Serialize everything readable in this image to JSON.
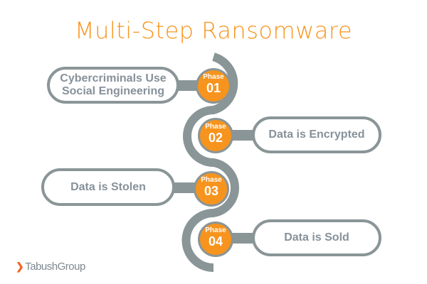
{
  "title": "Multi-Step Ransomware",
  "phases": [
    {
      "label": "Phase",
      "number": "01",
      "text_line1": "Cybercriminals Use",
      "text_line2": "Social Engineering"
    },
    {
      "label": "Phase",
      "number": "02",
      "text": "Data is Encrypted"
    },
    {
      "label": "Phase",
      "number": "03",
      "text": "Data is Stolen"
    },
    {
      "label": "Phase",
      "number": "04",
      "text": "Data is Sold"
    }
  ],
  "logo": "TabushGroup",
  "colors": {
    "accent": "#f7941d",
    "gray": "#8a9597"
  }
}
